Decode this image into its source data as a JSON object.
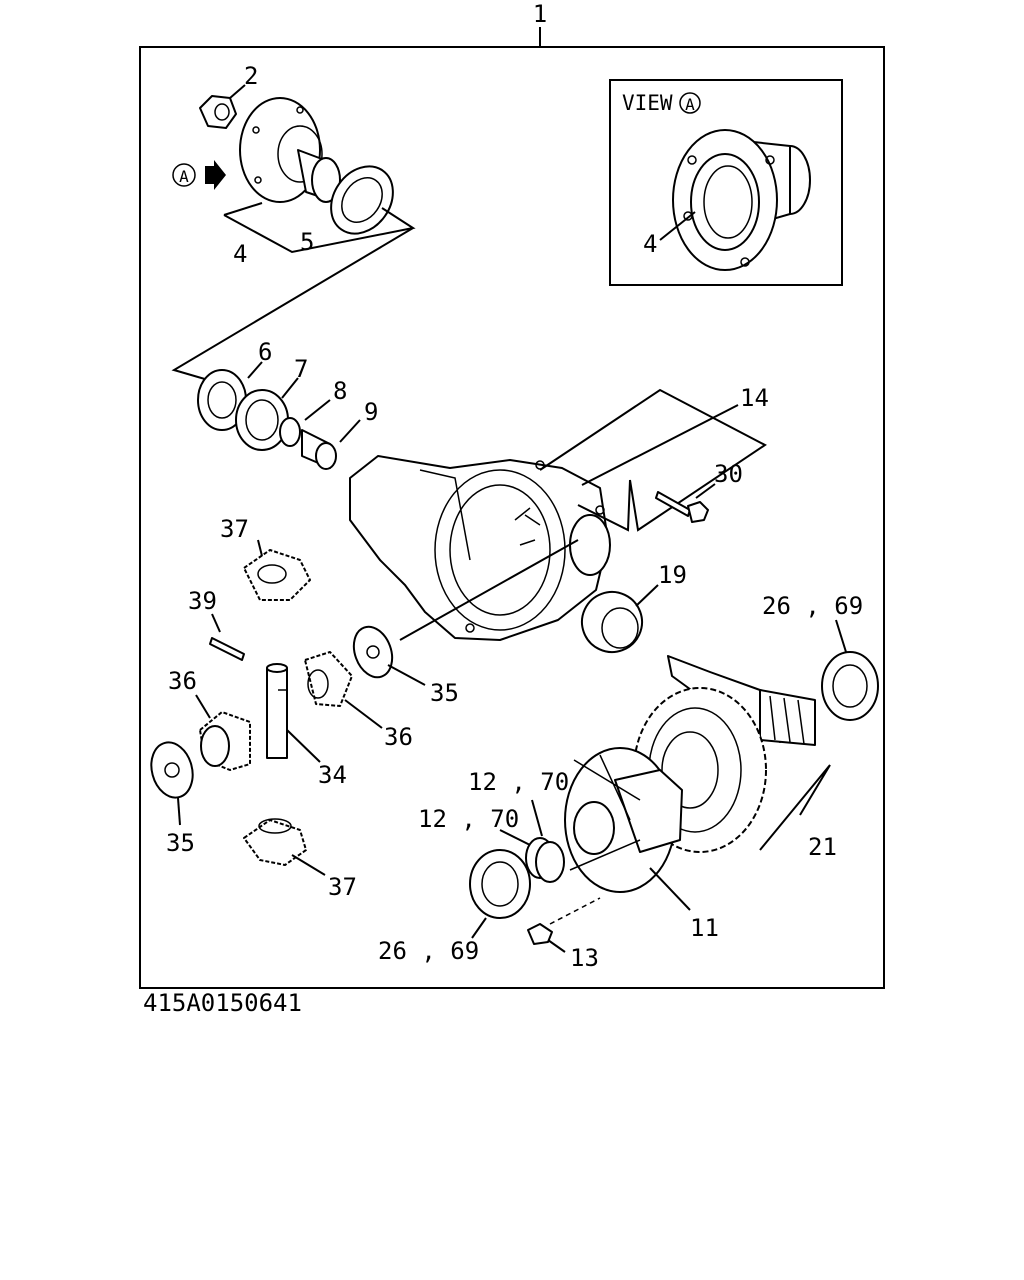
{
  "figure_code": "415A0150641",
  "view": {
    "word": "VIEW",
    "marker": "A",
    "part_label": "4"
  },
  "direction_marker": "A",
  "callouts": {
    "p1": "1",
    "p2": "2",
    "p4": "4",
    "p5": "5",
    "p6": "6",
    "p7": "7",
    "p8": "8",
    "p9": "9",
    "p14": "14",
    "p30": "30",
    "p37_top": "37",
    "p39": "39",
    "p19": "19",
    "p26_69_right": "26 , 69",
    "p35_center": "35",
    "p36_left": "36",
    "p36_center": "36",
    "p34": "34",
    "p12_70_a": "12 , 70",
    "p12_70_b": "12 , 70",
    "p21": "21",
    "p35_left": "35",
    "p37_bottom": "37",
    "p11": "11",
    "p26_69_bottom": "26 , 69",
    "p13": "13"
  }
}
